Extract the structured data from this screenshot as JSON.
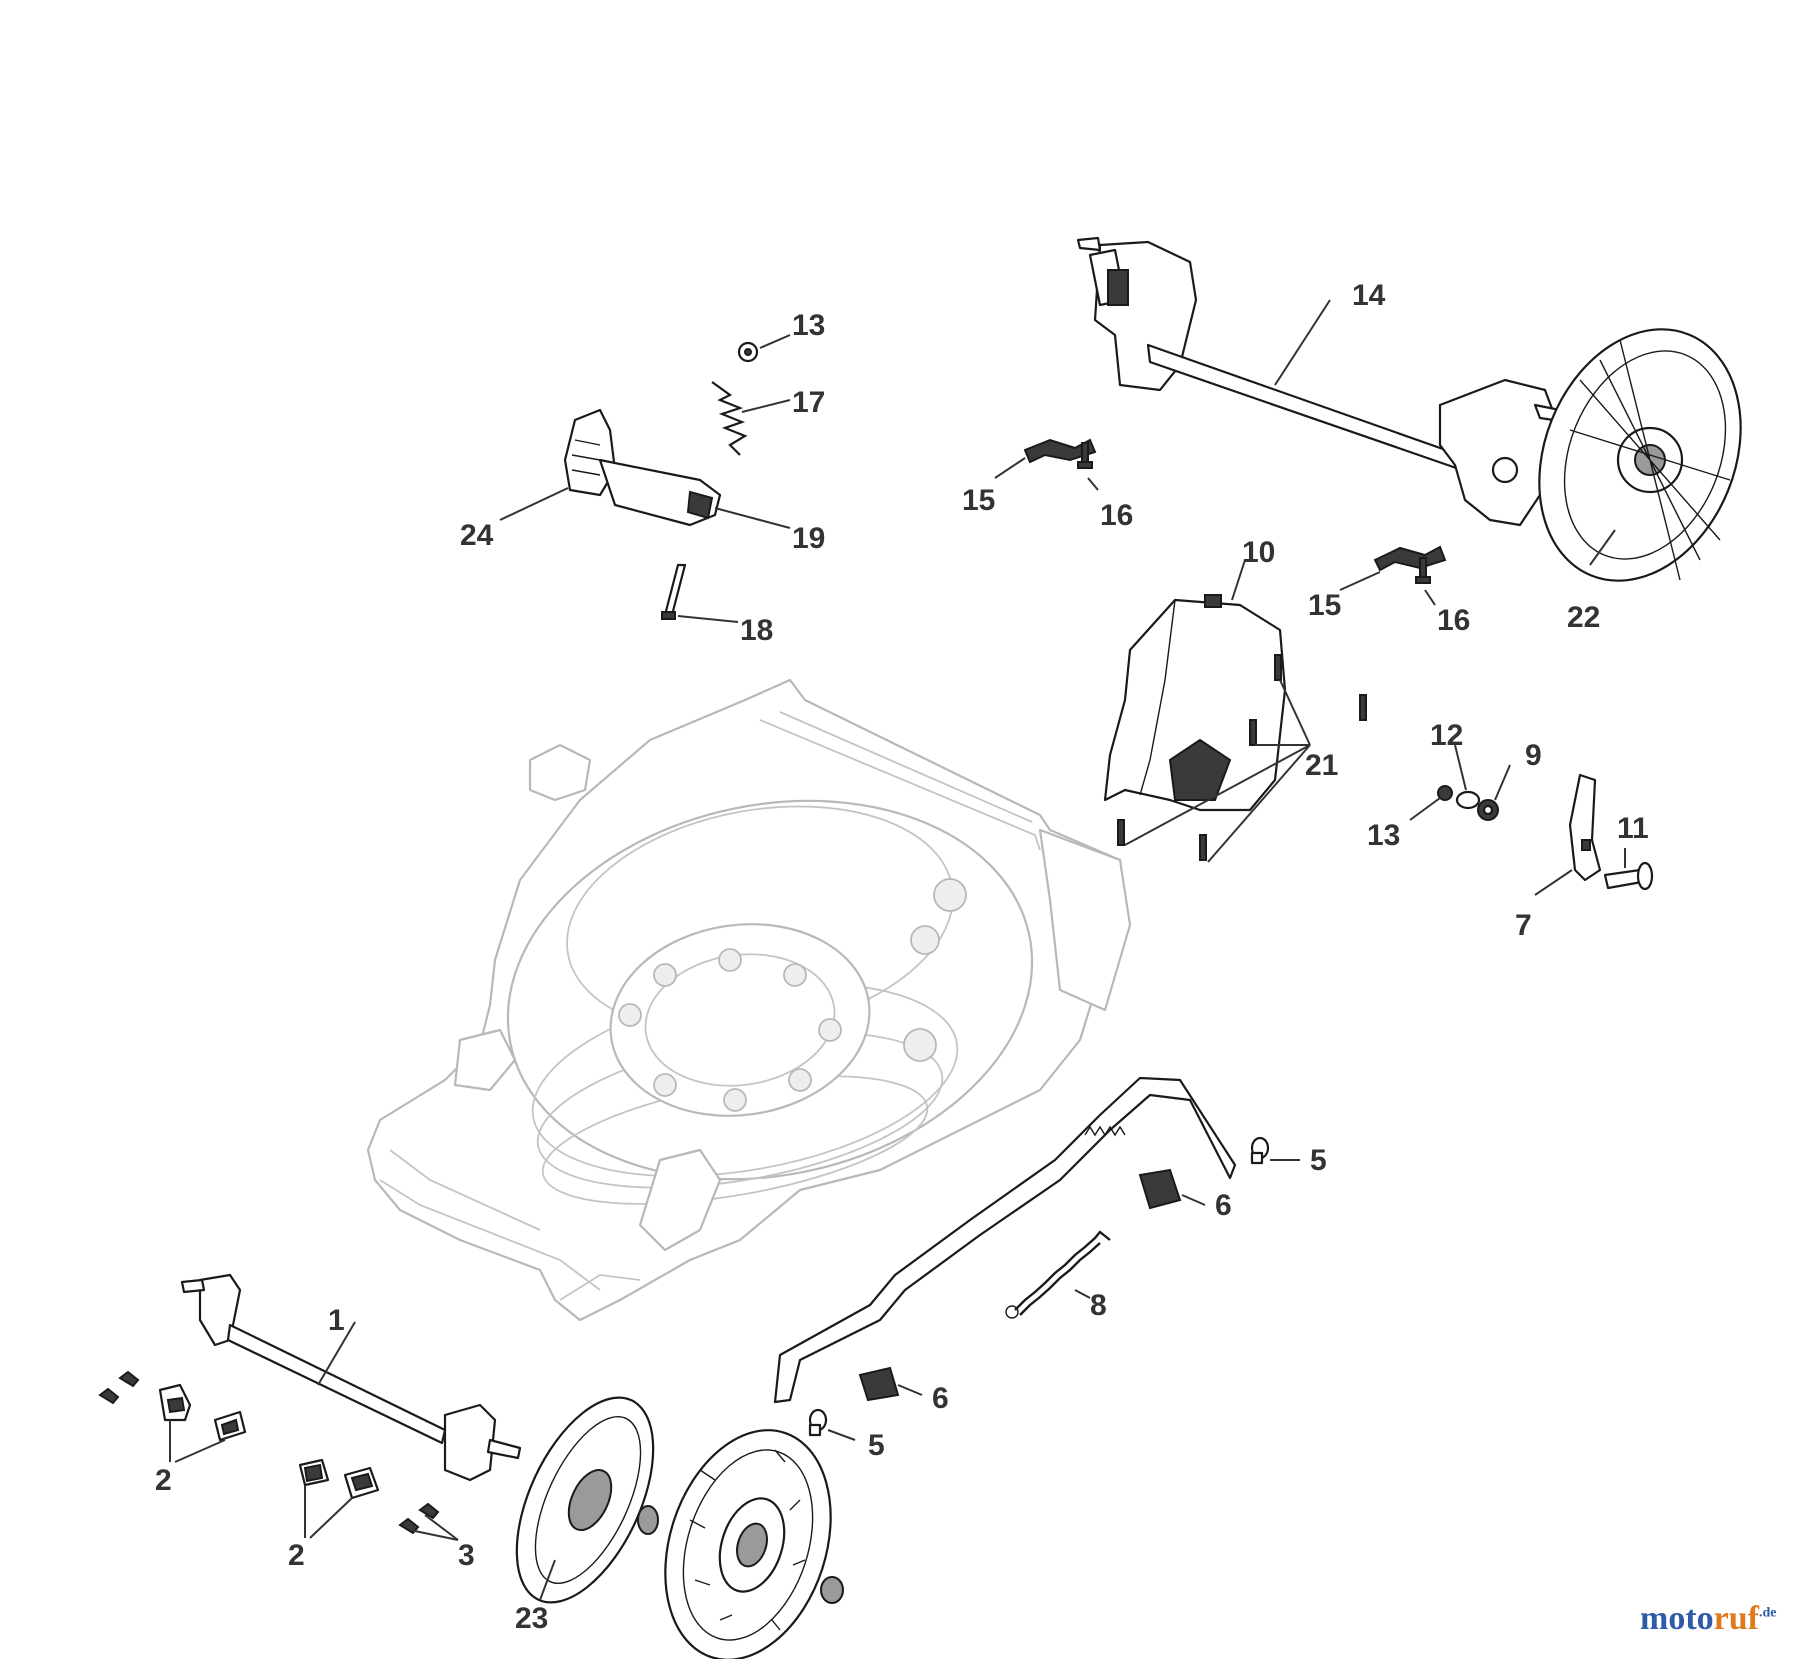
{
  "diagram": {
    "labels": [
      {
        "id": "13",
        "text": "13"
      },
      {
        "id": "17",
        "text": "17"
      },
      {
        "id": "24",
        "text": "24"
      },
      {
        "id": "19",
        "text": "19"
      },
      {
        "id": "18",
        "text": "18"
      },
      {
        "id": "14",
        "text": "14"
      },
      {
        "id": "15a",
        "text": "15"
      },
      {
        "id": "16a",
        "text": "16"
      },
      {
        "id": "10",
        "text": "10"
      },
      {
        "id": "15b",
        "text": "15"
      },
      {
        "id": "16b",
        "text": "16"
      },
      {
        "id": "22",
        "text": "22"
      },
      {
        "id": "21",
        "text": "21"
      },
      {
        "id": "12",
        "text": "12"
      },
      {
        "id": "9",
        "text": "9"
      },
      {
        "id": "13b",
        "text": "13"
      },
      {
        "id": "11",
        "text": "11"
      },
      {
        "id": "7",
        "text": "7"
      },
      {
        "id": "5a",
        "text": "5"
      },
      {
        "id": "6a",
        "text": "6"
      },
      {
        "id": "8",
        "text": "8"
      },
      {
        "id": "1",
        "text": "1"
      },
      {
        "id": "6b",
        "text": "6"
      },
      {
        "id": "5b",
        "text": "5"
      },
      {
        "id": "2a",
        "text": "2"
      },
      {
        "id": "2b",
        "text": "2"
      },
      {
        "id": "3",
        "text": "3"
      },
      {
        "id": "23",
        "text": "23"
      }
    ]
  },
  "watermark": {
    "part1": "moto",
    "part2": "ruf",
    "tld": ".de"
  },
  "colors": {
    "ink": "#1a1a1a",
    "label": "#333333",
    "deck": "#b8b8b8",
    "brand_blue": "#2f5aa8",
    "brand_orange": "#e07a1e"
  }
}
